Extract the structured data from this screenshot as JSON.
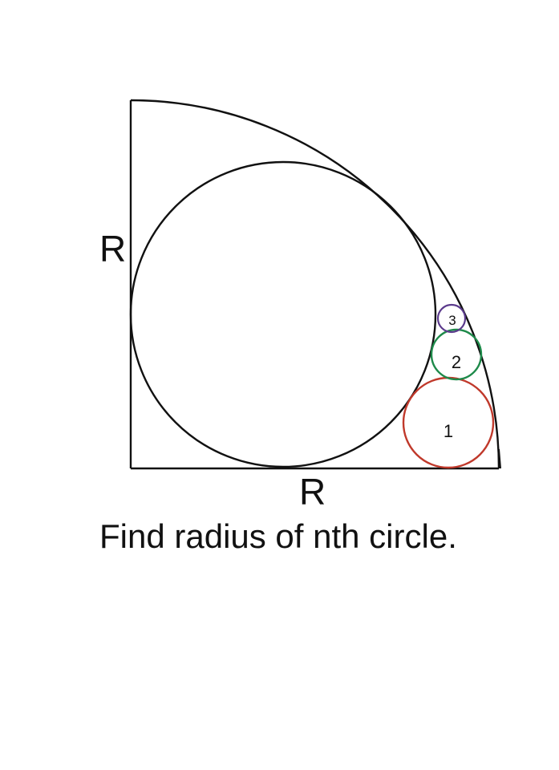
{
  "labels": {
    "left_side": "R",
    "bottom_side": "R",
    "question": "Find radius of nth circle."
  },
  "circles": [
    {
      "number": "1",
      "color": "#c0392b"
    },
    {
      "number": "2",
      "color": "#1e8a4a"
    },
    {
      "number": "3",
      "color": "#5b3a8c"
    }
  ],
  "colors": {
    "outline": "#111111",
    "background": "#ffffff"
  }
}
